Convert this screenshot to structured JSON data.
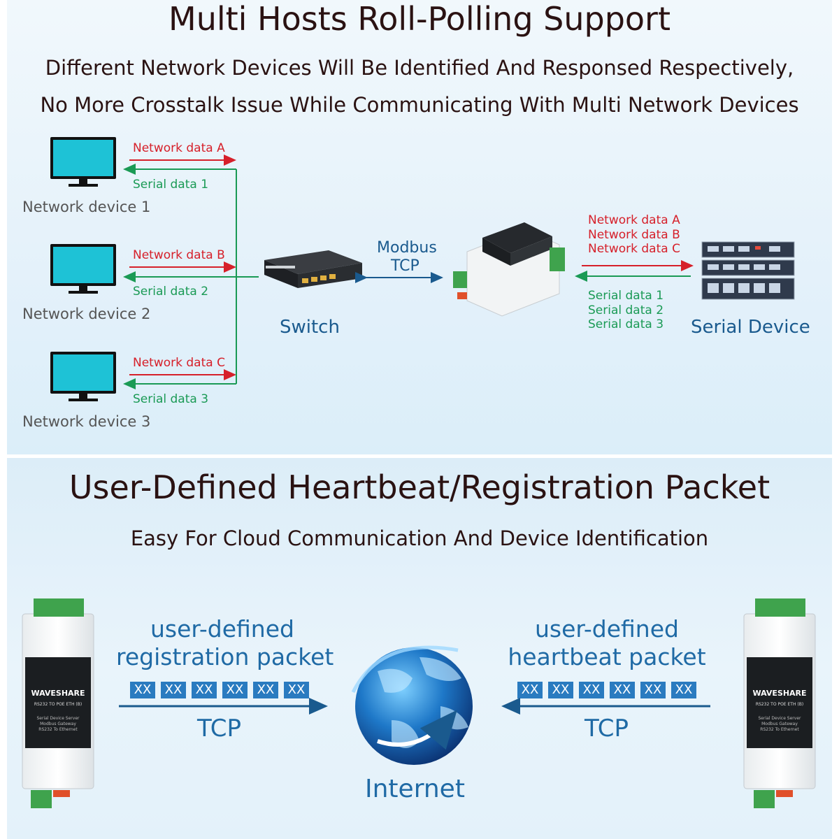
{
  "section1": {
    "title": "Multi Hosts Roll-Polling Support",
    "subtitle_line1": "Different Network Devices Will Be Identified And Responsed Respectively,",
    "subtitle_line2": "No More Crosstalk Issue While Communicating With Multi Network Devices",
    "devices": [
      {
        "label": "Network device 1",
        "network": "Network data A",
        "serial": "Serial data 1"
      },
      {
        "label": "Network device 2",
        "network": "Network data B",
        "serial": "Serial data 2"
      },
      {
        "label": "Network device 3",
        "network": "Network data C",
        "serial": "Serial data 3"
      }
    ],
    "switch_label": "Switch",
    "protocol_line1": "Modbus",
    "protocol_line2": "TCP",
    "right_network": [
      "Network data A",
      "Network data B",
      "Network data C"
    ],
    "right_serial": [
      "Serial data 1",
      "Serial data 2",
      "Serial data 3"
    ],
    "serial_device_label": "Serial Device",
    "colors": {
      "network": "#d6202a",
      "serial": "#1a9a55",
      "tcp": "#1a5a8e"
    }
  },
  "section2": {
    "title": "User-Defined Heartbeat/Registration Packet",
    "subtitle": "Easy For Cloud Communication And Device Identification",
    "left_packet_line1": "user-defined",
    "left_packet_line2": "registration packet",
    "right_packet_line1": "user-defined",
    "right_packet_line2": "heartbeat packet",
    "bytes": [
      "XX",
      "XX",
      "XX",
      "XX",
      "XX",
      "XX"
    ],
    "protocol_left": "TCP",
    "protocol_right": "TCP",
    "internet_label": "Internet",
    "device_brand": "WAVESHARE",
    "device_model": "RS232 TO POE ETH (B)",
    "device_desc": [
      "Serial Device Server",
      "Modbus Gateway",
      "RS232 To Ethernet"
    ]
  }
}
